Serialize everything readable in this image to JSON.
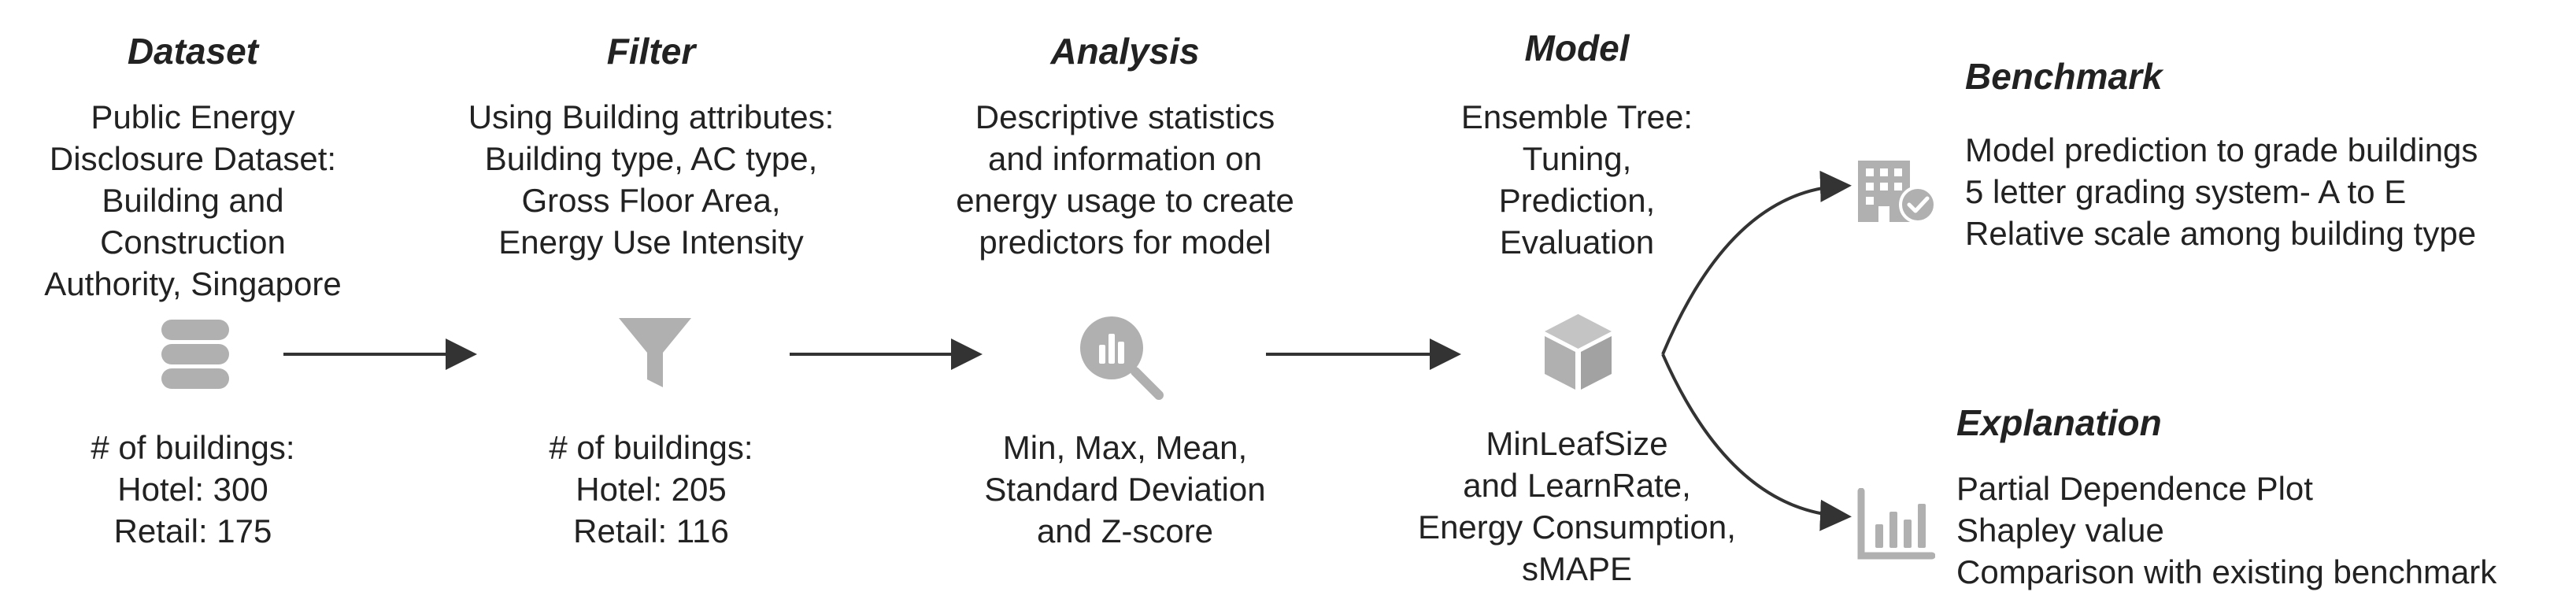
{
  "colors": {
    "icon_gray": "#b0b0b0",
    "arrow": "#333333",
    "text": "#222222"
  },
  "stages": {
    "dataset": {
      "title": "Dataset",
      "description": [
        "Public Energy",
        "Disclosure Dataset:",
        "Building and",
        "Construction",
        "Authority, Singapore"
      ],
      "details": [
        "# of buildings:",
        "Hotel: 300",
        "Retail: 175"
      ],
      "icon": "database-icon"
    },
    "filter": {
      "title": "Filter",
      "description": [
        "Using Building attributes:",
        "Building type, AC type,",
        "Gross Floor Area,",
        "Energy Use Intensity"
      ],
      "details": [
        "# of buildings:",
        "Hotel: 205",
        "Retail: 116"
      ],
      "icon": "funnel-icon"
    },
    "analysis": {
      "title": "Analysis",
      "description": [
        "Descriptive statistics",
        "and information on",
        "energy usage to create",
        "predictors for model"
      ],
      "details": [
        "Min, Max, Mean,",
        "Standard Deviation",
        "and Z-score"
      ],
      "icon": "magnifier-chart-icon"
    },
    "model": {
      "title": "Model",
      "description": [
        "Ensemble Tree:",
        "Tuning,",
        "Prediction,",
        "Evaluation"
      ],
      "details": [
        "MinLeafSize",
        "and LearnRate,",
        "Energy Consumption,",
        "sMAPE"
      ],
      "icon": "cube-icon"
    }
  },
  "outputs": {
    "benchmark": {
      "title": "Benchmark",
      "lines": [
        "Model prediction to grade buildings",
        "5 letter grading system- A to E",
        "Relative scale among building type"
      ],
      "icon": "building-check-icon"
    },
    "explanation": {
      "title": "Explanation",
      "lines": [
        "Partial Dependence Plot",
        "Shapley value",
        "Comparison with existing benchmark"
      ],
      "icon": "bar-chart-icon"
    }
  }
}
